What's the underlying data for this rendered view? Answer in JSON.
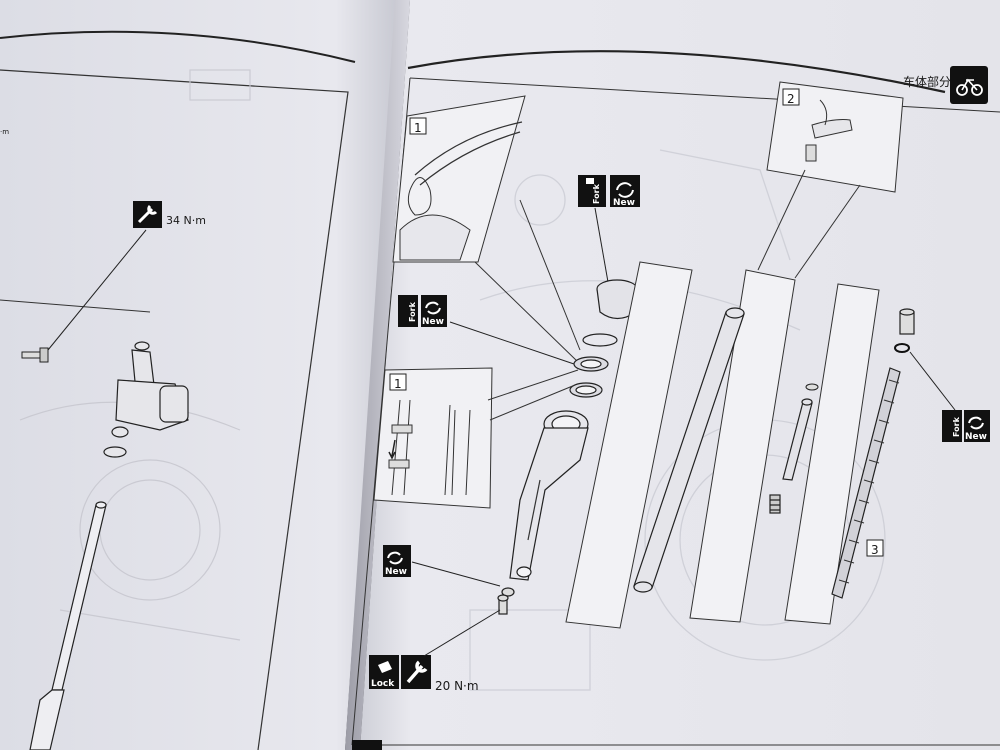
{
  "left_page": {
    "torque_label": "34 N·m",
    "partial_unit": "·m"
  },
  "right_page": {
    "header_title": "车体部分",
    "callouts": {
      "c1_top": "1",
      "c2": "2",
      "c1_lower": "1",
      "c3": "3"
    },
    "icons": {
      "fork": "Fork",
      "new": "New",
      "lock": "Lock"
    },
    "torque_label": "20 N·m"
  },
  "colors": {
    "page": "#e9e9ef",
    "ink": "#1a1a1a",
    "icon_bg": "#111111"
  }
}
